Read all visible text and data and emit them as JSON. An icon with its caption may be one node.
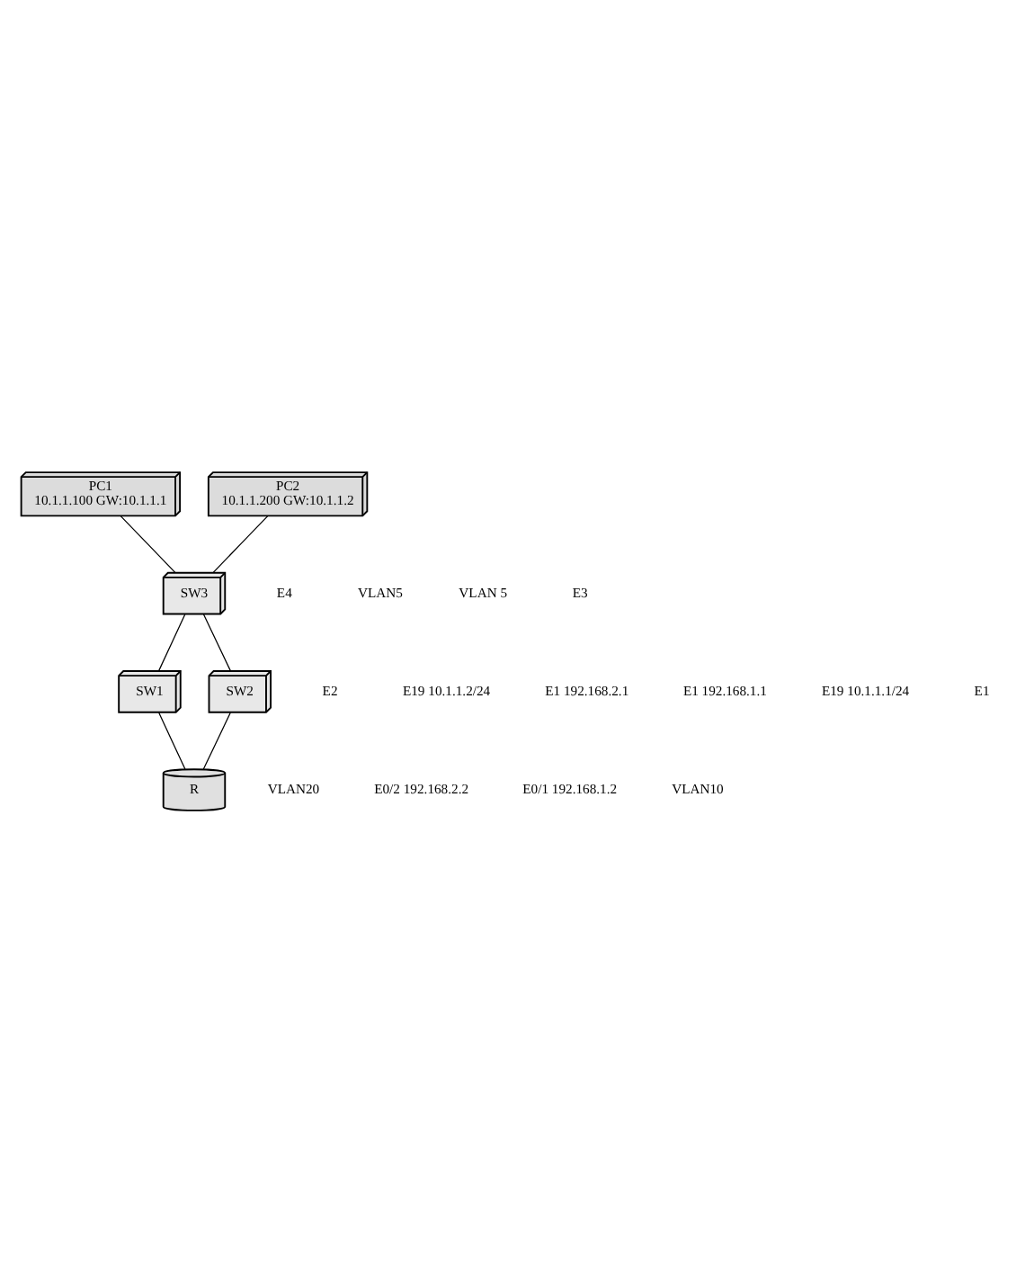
{
  "diagram": {
    "nodes": [
      {
        "text": [
          "PC1",
          "10.1.1.100 GW:10.1.1.1"
        ]
      },
      {
        "text": [
          "PC2",
          "10.1.1.200 GW:10.1.1.2"
        ]
      },
      {
        "text": [
          "SW3"
        ]
      },
      {
        "text": [
          "SW1"
        ]
      },
      {
        "text": [
          "SW2"
        ]
      },
      {
        "text": [
          "R"
        ]
      }
    ],
    "edges": [
      {
        "from": 0,
        "to": 2,
        "arrow": "none"
      },
      {
        "from": 1,
        "to": 2,
        "arrow": "none"
      },
      {
        "from": 2,
        "to": 3,
        "arrow": "none"
      },
      {
        "from": 2,
        "to": 4,
        "arrow": "none"
      },
      {
        "from": 3,
        "to": 5,
        "arrow": "none"
      },
      {
        "from": 4,
        "to": 5,
        "arrow": "none"
      }
    ],
    "labels": [
      "E3",
      "VLAN 5",
      "E4",
      "VLAN5",
      "E1",
      "E2",
      "E19 10.1.1.1/24",
      "E19 10.1.1.2/24",
      "E1 192.168.2.1",
      "E1 192.168.1.1",
      "VLAN20",
      "VLAN10",
      "E0/1 192.168.1.2",
      "E0/2 192.168.2.2"
    ]
  }
}
